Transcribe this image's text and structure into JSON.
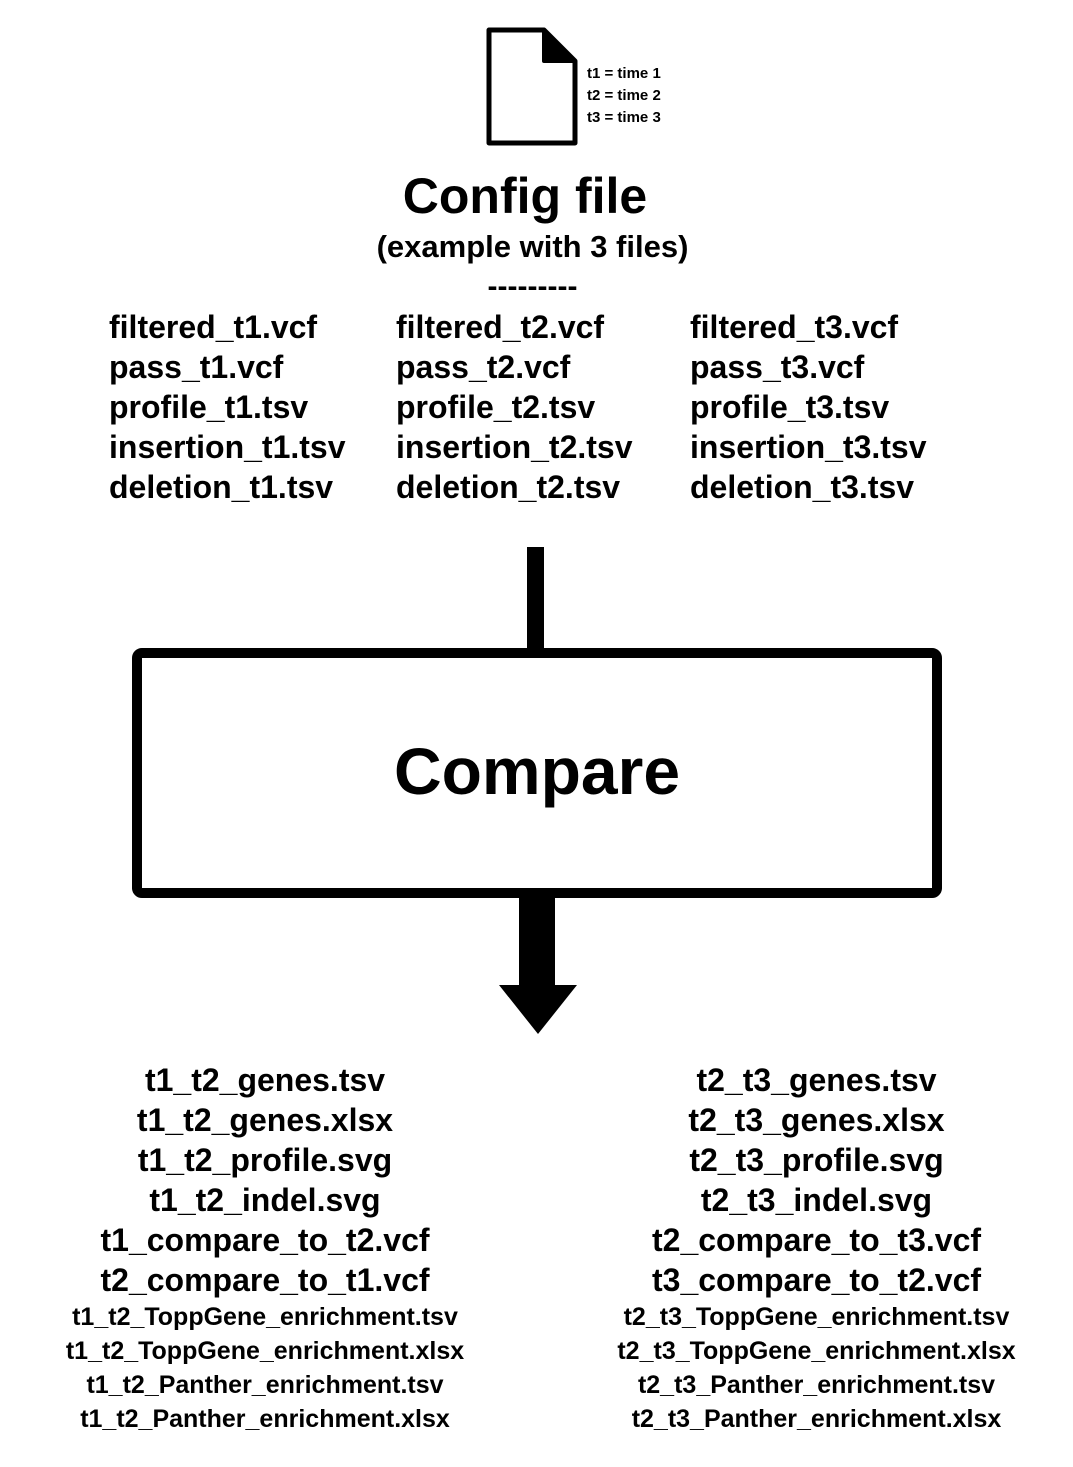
{
  "legend": {
    "lines": [
      "t1 = time 1",
      "t2 = time 2",
      "t3 = time 3"
    ]
  },
  "config": {
    "title": "Config file",
    "subtitle": "(example with 3 files)",
    "separator": "---------",
    "columns": [
      [
        "filtered_t1.vcf",
        "pass_t1.vcf",
        "profile_t1.tsv",
        "insertion_t1.tsv",
        "deletion_t1.tsv"
      ],
      [
        "filtered_t2.vcf",
        "pass_t2.vcf",
        "profile_t2.tsv",
        "insertion_t2.tsv",
        "deletion_t2.tsv"
      ],
      [
        "filtered_t3.vcf",
        "pass_t3.vcf",
        "profile_t3.tsv",
        "insertion_t3.tsv",
        "deletion_t3.tsv"
      ]
    ]
  },
  "process": {
    "label": "Compare"
  },
  "outputs": {
    "left": [
      "t1_t2_genes.tsv",
      "t1_t2_genes.xlsx",
      "t1_t2_profile.svg",
      "t1_t2_indel.svg",
      "t1_compare_to_t2.vcf",
      "t2_compare_to_t1.vcf",
      "t1_t2_ToppGene_enrichment.tsv",
      "t1_t2_ToppGene_enrichment.xlsx",
      "t1_t2_Panther_enrichment.tsv",
      "t1_t2_Panther_enrichment.xlsx"
    ],
    "right": [
      "t2_t3_genes.tsv",
      "t2_t3_genes.xlsx",
      "t2_t3_profile.svg",
      "t2_t3_indel.svg",
      "t2_compare_to_t3.vcf",
      "t3_compare_to_t2.vcf",
      "t2_t3_ToppGene_enrichment.tsv",
      "t2_t3_ToppGene_enrichment.xlsx",
      "t2_t3_Panther_enrichment.tsv",
      "t2_t3_Panther_enrichment.xlsx"
    ]
  }
}
